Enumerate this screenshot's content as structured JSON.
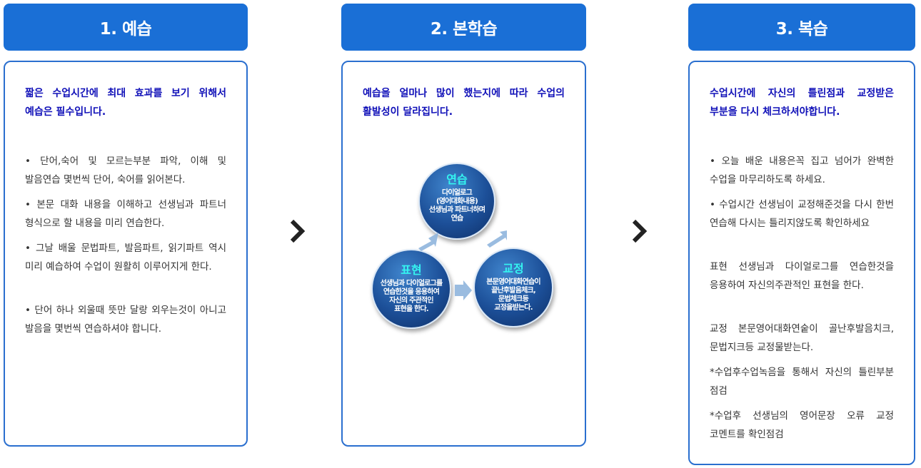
{
  "steps": [
    {
      "title": "1. 예습",
      "lead": "짧은 수업시간에 최대 효과를 보기 위해서 예습은 필수입니다.",
      "items": [
        "• 단어,숙어 및 모르는부분 파악, 이해 및 발음연습 몇번씩 단어, 숙어를 읽어본다.",
        "• 본문 대화 내용을 이해하고 선생님과 파트너 형식으로 할 내용을 미리 연습한다.",
        "• 그날 배울 문법파트, 발음파트, 읽기파트 역시 미리 예습하여 수업이 원활히 이루어지게 한다.",
        "• 단어 하나 외울때 뜻만 달랑 외우는것이 아니고 발음을 몇번씩 연습하셔야 합니다."
      ]
    },
    {
      "title": "2. 본학습",
      "lead": "예습을 얼마나 많이 했는지에 따라 수업의 활발성이 달라집니다.",
      "cycle": [
        {
          "title": "연습",
          "lines": [
            "다이얼로그",
            "(영어대화내용)",
            "선생님과 파트너하며",
            "연습"
          ]
        },
        {
          "title": "교정",
          "lines": [
            "본문영어대화연습이",
            "끝난후발음체크,",
            "문법체크등",
            "교정을받는다."
          ]
        },
        {
          "title": "표현",
          "lines": [
            "선생님과 다이얼로그를",
            "연습한것을 응용하여",
            "자신의 주관적인",
            "표현을 한다."
          ]
        }
      ]
    },
    {
      "title": "3. 복습",
      "lead": "수업시간에 자신의 틀린점과 교정받은 부분을 다시 체크하셔야합니다.",
      "items": [
        "• 오늘 배운 내용은꼭 집고 넘어가 완벽한 수업을 마무리하도록 하세요.",
        "• 수업시간 선생님이 교정해준것을 다시 한번 연습해 다시는 틀리지않도록 확인하세요",
        "표현 선생님과 다이얼로그를 연습한것을 응용하여 자신의주관적인 표현을 한다.",
        "교정 본문영어대화연숱이 골난후발음치크, 문법지크등 교정물받는다.",
        "*수업후수업녹음을 통해서 자신의 틀린부분 점검",
        "*수업후 선생님의 영어문장 오류 교정 코멘트를 확인점검"
      ]
    }
  ],
  "icons": {
    "step_separator": "chevron-right-icon",
    "cycle_arrow": "cycle-arrow-icon"
  },
  "colors": {
    "header_bg": "#1a6fd6",
    "box_border": "#2a6fcf",
    "lead_text": "#1010b8",
    "circle_title": "#34f5f0"
  }
}
